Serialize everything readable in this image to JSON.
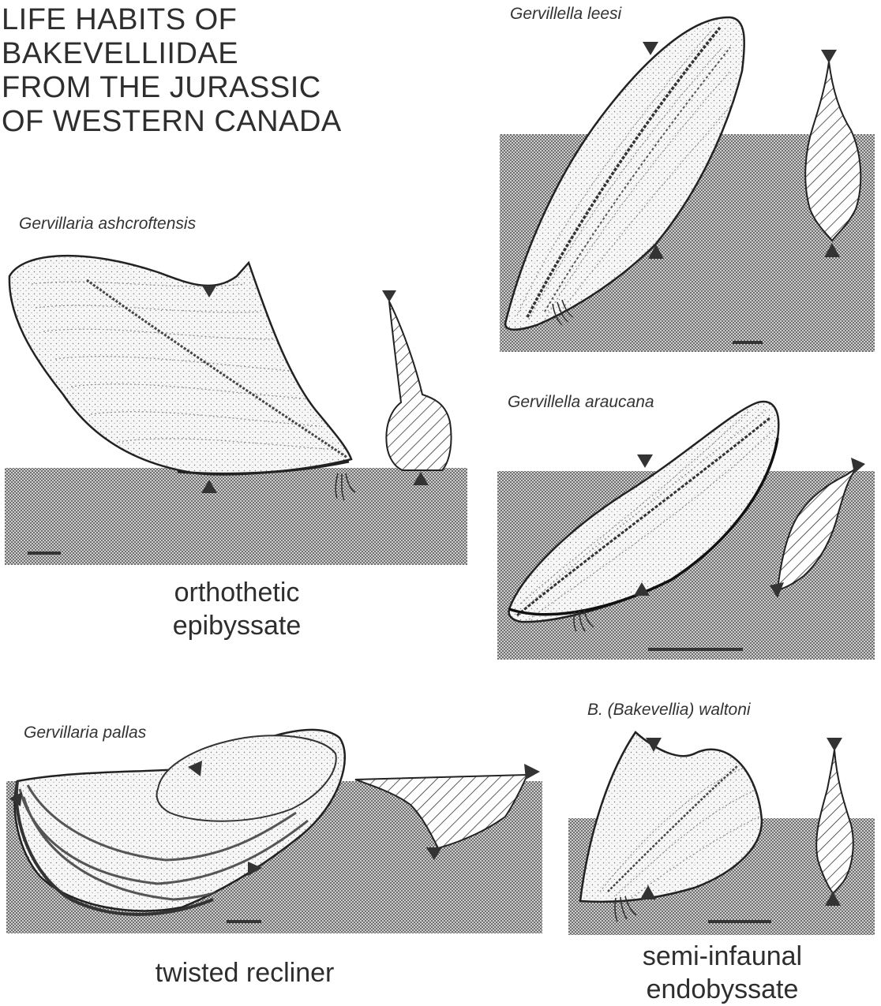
{
  "title": {
    "lines": [
      "LIFE HABITS OF",
      "BAKEVELLIIDAE",
      "FROM THE JURASSIC",
      "OF WESTERN CANADA"
    ]
  },
  "panels": {
    "ashcroftensis": {
      "species": "Gervillaria ashcroftensis",
      "habit_lines": [
        "orthothetic",
        "epibyssate"
      ]
    },
    "leesi": {
      "species": "Gervillella leesi"
    },
    "araucana": {
      "species": "Gervillella araucana"
    },
    "pallas": {
      "species": "Gervillaria pallas",
      "habit_lines": [
        "twisted recliner"
      ]
    },
    "waltoni": {
      "species": "B. (Bakevellia) waltoni",
      "habit_lines": [
        "semi-infaunal",
        "endobyssate"
      ]
    }
  },
  "colors": {
    "sediment_dot": "#6f6f6f",
    "ink": "#222222"
  }
}
